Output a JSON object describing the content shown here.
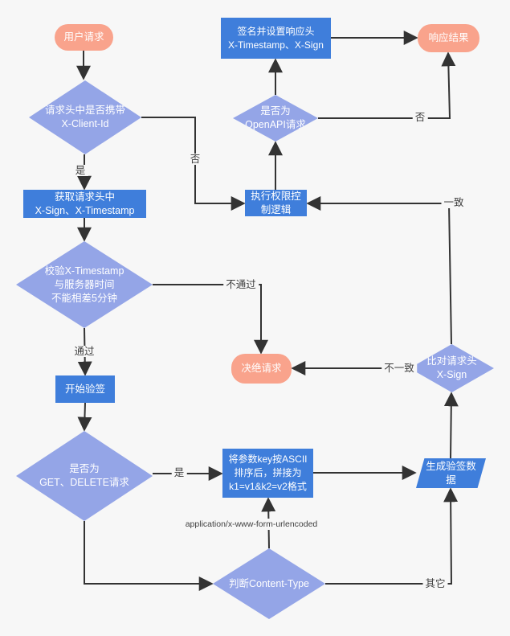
{
  "colors": {
    "background": "#F7F7F7",
    "process_fill": "#3F7EDB",
    "decision_fill": "#94A5E7",
    "terminator_fill": "#F9A38C",
    "connector": "#333333",
    "node_text": "#FFFFFF",
    "edge_label_text": "#404040"
  },
  "nodes": {
    "user_request": {
      "shape": "terminator",
      "label": "用户请求"
    },
    "check_client_id": {
      "shape": "decision",
      "label": "请求头中是否携带\nX-Client-Id"
    },
    "get_headers": {
      "shape": "process",
      "label": "获取请求头中\nX-Sign、X-Timestamp"
    },
    "check_timestamp": {
      "shape": "decision",
      "label": "校验X-Timestamp\n与服务器时间\n不能相差5分钟"
    },
    "start_verify": {
      "shape": "process",
      "label": "开始验签"
    },
    "check_method": {
      "shape": "decision",
      "label": "是否为\nGET、DELETE请求"
    },
    "sort_params": {
      "shape": "process",
      "label": "将参数key按ASCII\n排序后，拼接为\nk1=v1&k2=v2格式"
    },
    "check_content_type": {
      "shape": "decision",
      "label": "判断Content-Type"
    },
    "gen_sign_data": {
      "shape": "data",
      "label": "生成验签数\n据"
    },
    "compare_sign": {
      "shape": "decision",
      "label": "比对请求头\nX-Sign"
    },
    "reject_request": {
      "shape": "terminator",
      "label": "决绝请求"
    },
    "exec_auth": {
      "shape": "process",
      "label": "执行权限控\n制逻辑"
    },
    "check_openapi": {
      "shape": "decision",
      "label": "是否为\nOpenAPI请求"
    },
    "sign_response": {
      "shape": "process",
      "label": "签名并设置响应头\nX-Timestamp、X-Sign"
    },
    "response_result": {
      "shape": "terminator",
      "label": "响应结果"
    }
  },
  "edge_labels": {
    "yes1": "是",
    "no1": "否",
    "pass": "通过",
    "fail": "不通过",
    "yes2": "是",
    "form_urlencoded": "application/x-www-form-urlencoded",
    "other": "其它",
    "mismatch": "不一致",
    "match": "一致",
    "no2": "否"
  }
}
